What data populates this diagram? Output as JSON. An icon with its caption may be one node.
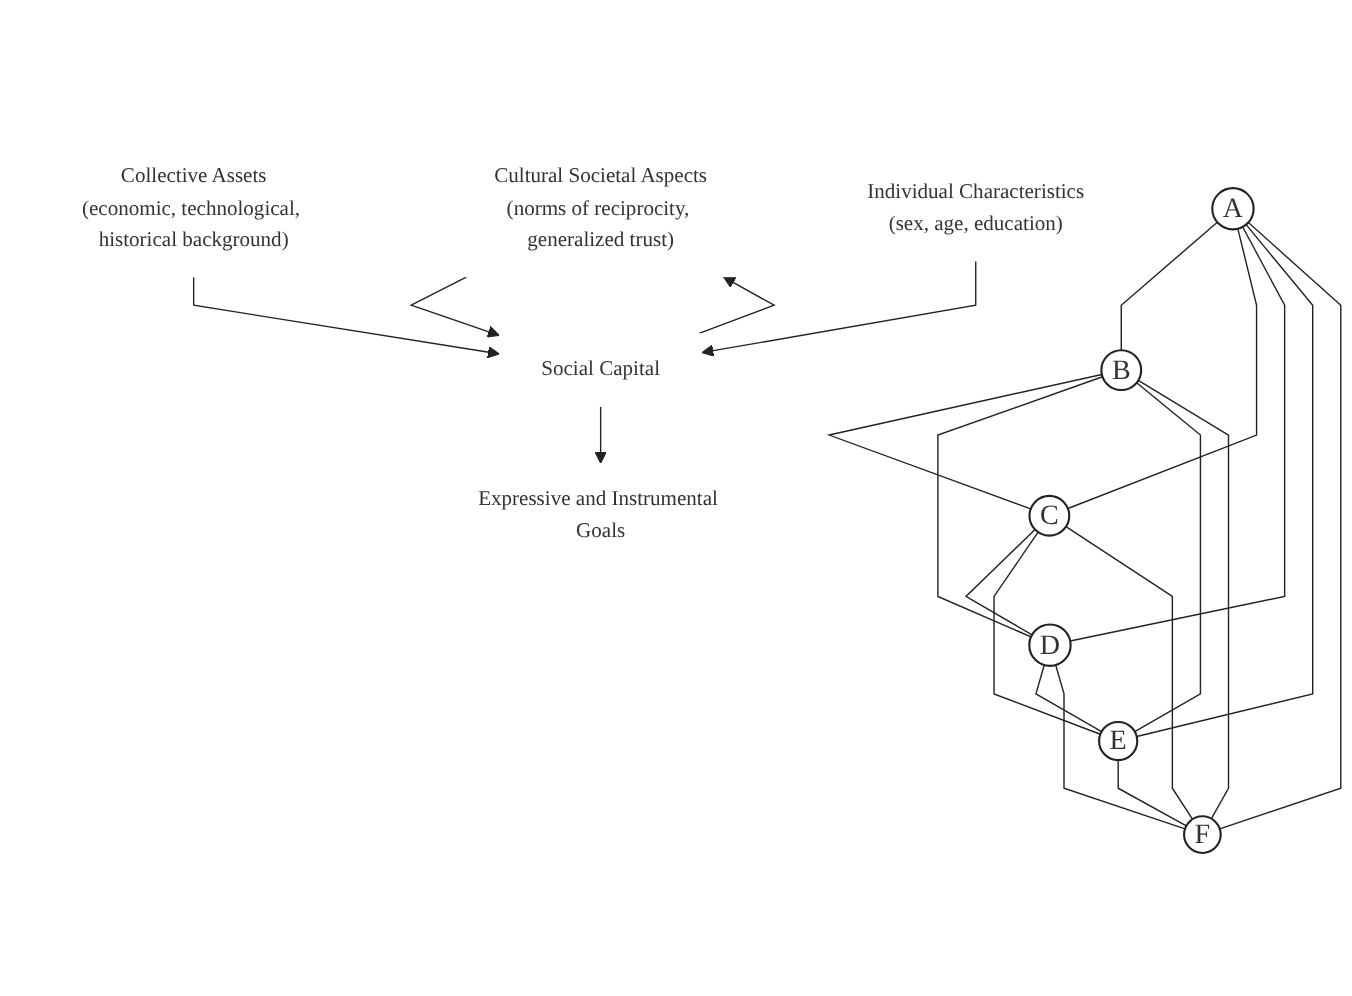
{
  "diagram": {
    "nodes": [
      {
        "text": [
          "Cultural Societal Aspects",
          "(norms of reciprocity, generalized trust)"
        ]
      },
      {
        "text": [
          "A"
        ]
      },
      {
        "text": [
          "B"
        ]
      },
      {
        "text": [
          "F"
        ]
      },
      {
        "text": [
          "Social Capital"
        ]
      },
      {
        "text": [
          "C"
        ]
      },
      {
        "text": [
          "Collective Assets",
          "(economic, technological, historical background)"
        ]
      },
      {
        "text": [
          "Expressive and Instrumental Goals"
        ]
      },
      {
        "text": [
          "E"
        ]
      },
      {
        "text": [
          "D"
        ]
      },
      {
        "text": [
          "Individual Characteristics",
          "(sex, age, education)"
        ]
      }
    ],
    "edges": [
      {
        "from": 0,
        "to": 4,
        "arrow": "to"
      },
      {
        "from": 4,
        "to": 0,
        "arrow": "to"
      },
      {
        "from": 6,
        "to": 4,
        "arrow": "to"
      },
      {
        "from": 10,
        "to": 4,
        "arrow": "to"
      },
      {
        "from": 4,
        "to": 7,
        "arrow": "to"
      },
      {
        "from": 1,
        "to": 2,
        "arrow": "none"
      },
      {
        "from": 1,
        "to": 5,
        "arrow": "none"
      },
      {
        "from": 1,
        "to": 9,
        "arrow": "none"
      },
      {
        "from": 1,
        "to": 8,
        "arrow": "none"
      },
      {
        "from": 1,
        "to": 3,
        "arrow": "none"
      },
      {
        "from": 2,
        "to": 5,
        "arrow": "none"
      },
      {
        "from": 2,
        "to": 9,
        "arrow": "none"
      },
      {
        "from": 2,
        "to": 8,
        "arrow": "none"
      },
      {
        "from": 2,
        "to": 3,
        "arrow": "none"
      },
      {
        "from": 5,
        "to": 9,
        "arrow": "none"
      },
      {
        "from": 5,
        "to": 8,
        "arrow": "none"
      },
      {
        "from": 5,
        "to": 3,
        "arrow": "none"
      },
      {
        "from": 9,
        "to": 8,
        "arrow": "none"
      },
      {
        "from": 9,
        "to": 3,
        "arrow": "none"
      },
      {
        "from": 8,
        "to": 3,
        "arrow": "none"
      }
    ]
  }
}
